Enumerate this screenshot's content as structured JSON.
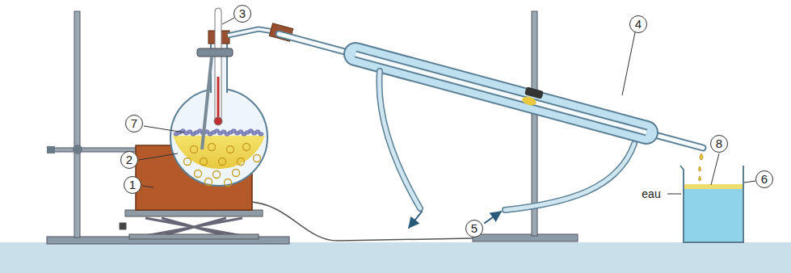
{
  "diagram": {
    "labels": [
      "3",
      "7",
      "2",
      "1",
      "4",
      "5",
      "8",
      "6",
      "eau"
    ]
  }
}
